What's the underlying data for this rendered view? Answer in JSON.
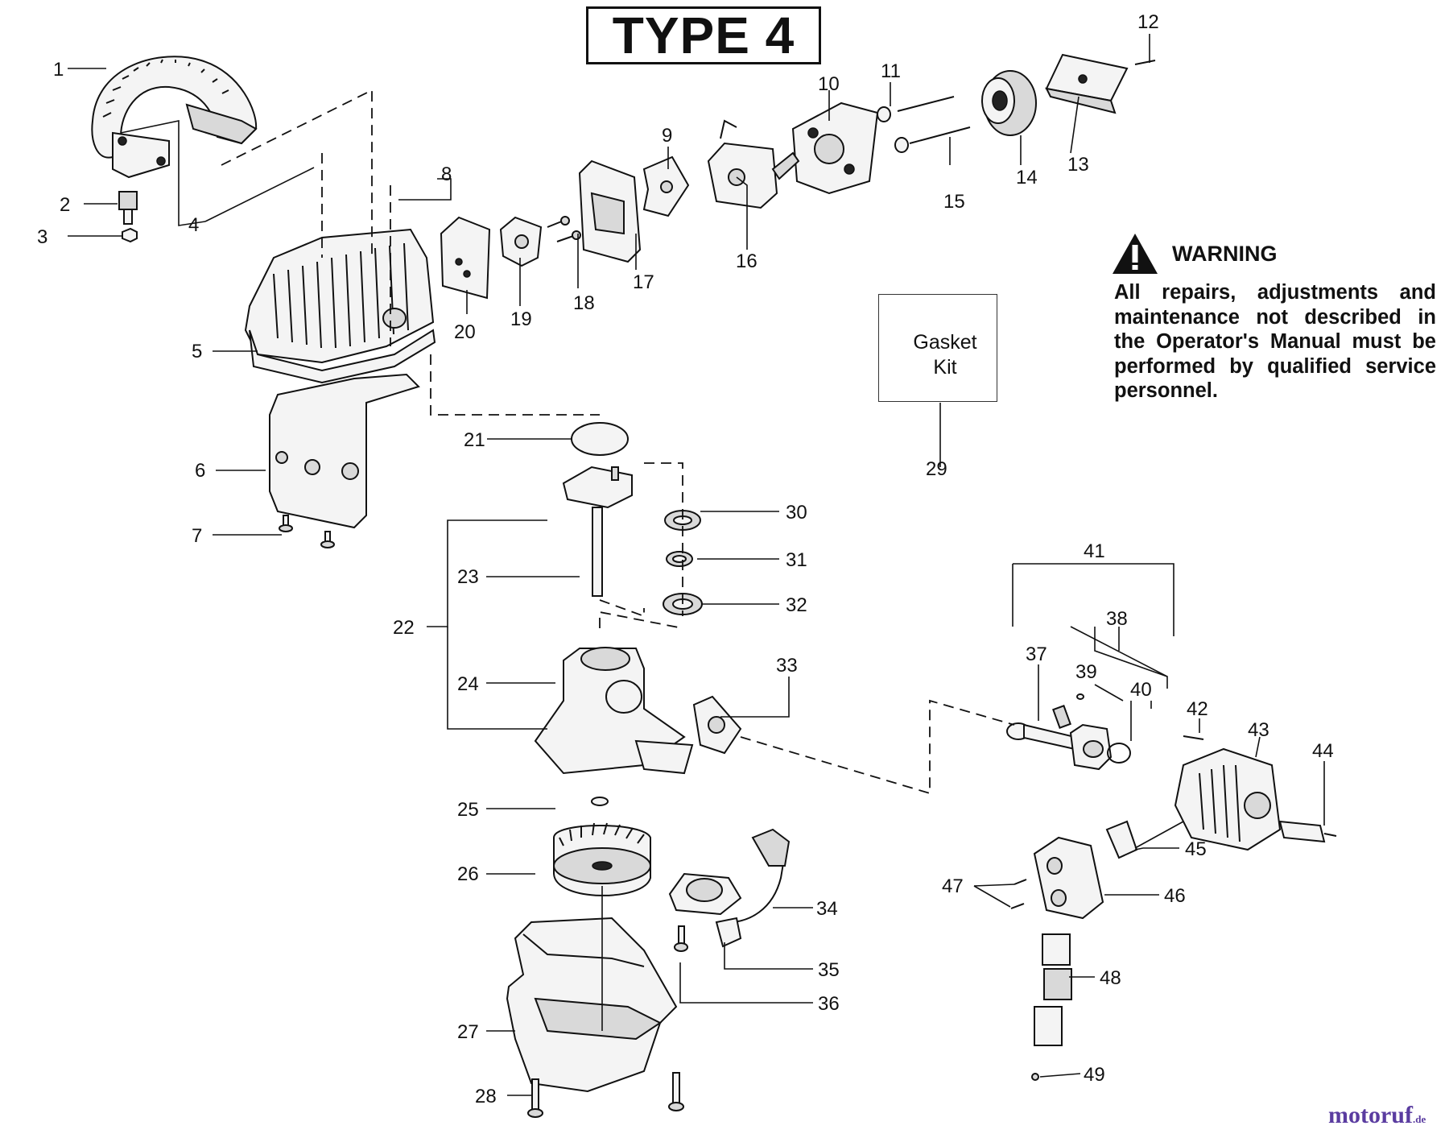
{
  "title": "TYPE 4",
  "warning": {
    "heading": "WARNING",
    "text": "All repairs, adjustments and maintenance not described in the Operator's Manual must be performed by qualified service personnel."
  },
  "gasket_kit": {
    "line1": "Gasket",
    "line2": "Kit"
  },
  "watermark": {
    "name": "motoruf",
    "suffix": ".de"
  },
  "callouts": [
    "1",
    "2",
    "3",
    "4",
    "5",
    "6",
    "7",
    "8",
    "9",
    "10",
    "11",
    "12",
    "13",
    "14",
    "15",
    "16",
    "17",
    "18",
    "19",
    "20",
    "21",
    "22",
    "23",
    "24",
    "25",
    "26",
    "27",
    "28",
    "29",
    "30",
    "31",
    "32",
    "33",
    "34",
    "35",
    "36",
    "37",
    "38",
    "39",
    "40",
    "41",
    "42",
    "43",
    "44",
    "45",
    "46",
    "47",
    "48",
    "49"
  ]
}
